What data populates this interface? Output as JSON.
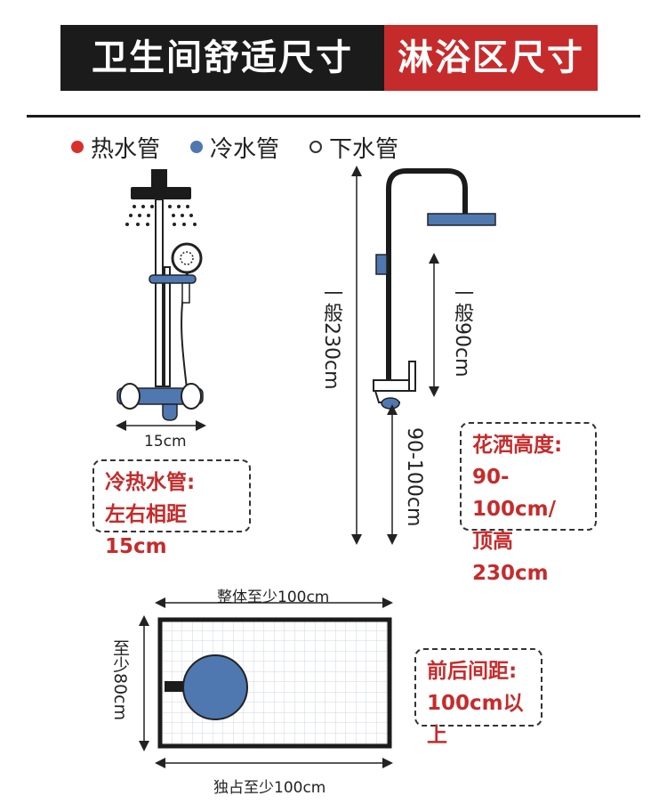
{
  "header": {
    "title_left": "卫生间舒适尺寸",
    "title_right": "淋浴区尺寸"
  },
  "legend": [
    {
      "label": "热水管",
      "color": "#d9302c",
      "fill": true
    },
    {
      "label": "冷水管",
      "color": "#4f78b0",
      "fill": true
    },
    {
      "label": "下水管",
      "color": "#333333",
      "fill": false
    }
  ],
  "shower_front": {
    "width_label": "15cm"
  },
  "note_pipes": {
    "line1": "冷热水管:",
    "line2": "左右相距15cm"
  },
  "shower_side": {
    "height_total": "一般230cm",
    "height_valve": "一般90cm",
    "height_valve_range": "90-100cm"
  },
  "note_shower_head": {
    "line1": "花洒高度:",
    "line2": "90-100cm/",
    "line3": "顶高230cm"
  },
  "floor_plan": {
    "top_label": "整体至少100cm",
    "bottom_label": "独占至少100cm",
    "side_label": "至少80cm"
  },
  "note_spacing": {
    "line1": "前后间距:",
    "line2": "100cm以上"
  },
  "colors": {
    "accent_red": "#c62b2b",
    "cold_blue": "#4f78b0",
    "hot_red": "#d9302c",
    "dark": "#1b1b1b"
  }
}
